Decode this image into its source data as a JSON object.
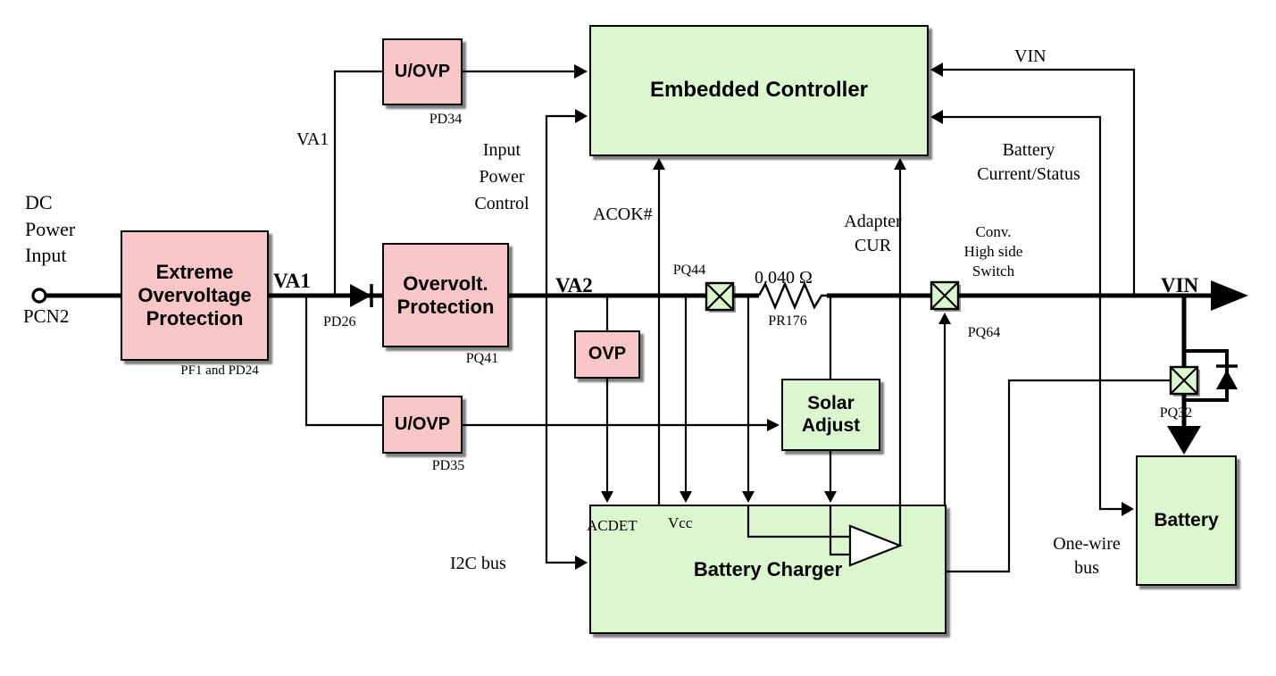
{
  "diagram": {
    "type": "power-block-diagram",
    "colors": {
      "pink_fill": "#f8c6c6",
      "green_fill": "#dcf7cf",
      "line": "#000000",
      "background": "#ffffff"
    },
    "boxes": {
      "extreme_ovp": {
        "label": "Extreme\nOvervoltage\nProtection",
        "caption": "PF1 and PD24"
      },
      "uovp_top": {
        "label": "U/OVP",
        "caption": "PD34"
      },
      "overvolt_protection": {
        "label": "Overvolt.\nProtection",
        "caption": "PQ41"
      },
      "ovp": {
        "label": "OVP"
      },
      "uovp_bottom": {
        "label": "U/OVP",
        "caption": "PD35"
      },
      "embedded_controller": {
        "label": "Embedded Controller"
      },
      "solar_adjust": {
        "label": "Solar\nAdjust"
      },
      "battery_charger": {
        "label": "Battery Charger"
      },
      "battery": {
        "label": "Battery"
      }
    },
    "labels": {
      "dc_power_input": "DC\nPower\nInput",
      "pcn2": "PCN2",
      "va1_main": "VA1",
      "va1_branch": "VA1",
      "pd26": "PD26",
      "va2": "VA2",
      "input_power_control": "Input\nPower\nControl",
      "acok": "ACOK#",
      "pq44": "PQ44",
      "sense_resistor_value": "0.040 Ω",
      "pr176": "PR176",
      "adapter_cur": "Adapter\nCUR",
      "conv_high_side": "Conv.\nHigh side\nSwitch",
      "pq64": "PQ64",
      "vin_main": "VIN",
      "vin_top": "VIN",
      "battery_current_status": "Battery\nCurrent/Status",
      "pq32": "PQ32",
      "acdet": "ACDET",
      "vcc": "Vcc",
      "i2c_bus": "I2C bus",
      "one_wire_bus": "One-wire\nbus"
    }
  }
}
